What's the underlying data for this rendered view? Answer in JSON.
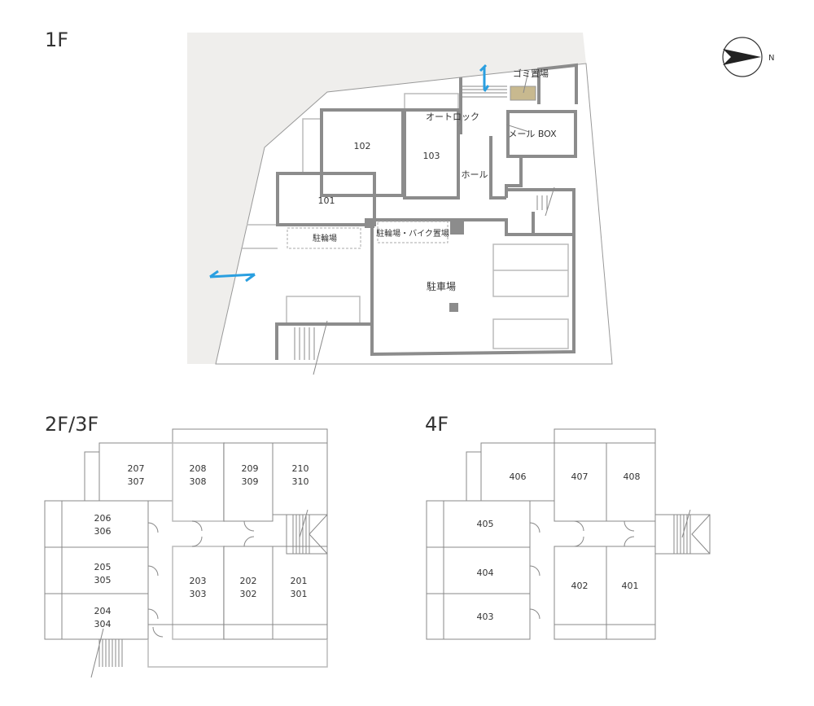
{
  "floors": {
    "f1": {
      "title": "1F",
      "labels": {
        "garbage": "ゴミ置場",
        "autolock": "オートロック",
        "mailbox": "メール BOX",
        "hall": "ホール",
        "bicycle": "駐輪場",
        "bicycle_bike": "駐輪場・バイク置場",
        "parking": "駐車場"
      },
      "rooms": [
        "101",
        "102",
        "103"
      ]
    },
    "f23": {
      "title": "2F/3F",
      "rooms": [
        {
          "a": "207",
          "b": "307"
        },
        {
          "a": "208",
          "b": "308"
        },
        {
          "a": "209",
          "b": "309"
        },
        {
          "a": "210",
          "b": "310"
        },
        {
          "a": "206",
          "b": "306"
        },
        {
          "a": "205",
          "b": "305"
        },
        {
          "a": "204",
          "b": "304"
        },
        {
          "a": "203",
          "b": "303"
        },
        {
          "a": "202",
          "b": "302"
        },
        {
          "a": "201",
          "b": "301"
        }
      ]
    },
    "f4": {
      "title": "4F",
      "rooms": [
        "406",
        "407",
        "408",
        "405",
        "404",
        "403",
        "402",
        "401"
      ]
    }
  },
  "compass": {
    "label": "N"
  },
  "colors": {
    "arrow": "#2a9fe0",
    "garbage": "#c8b98f",
    "site": "#efeeec"
  }
}
